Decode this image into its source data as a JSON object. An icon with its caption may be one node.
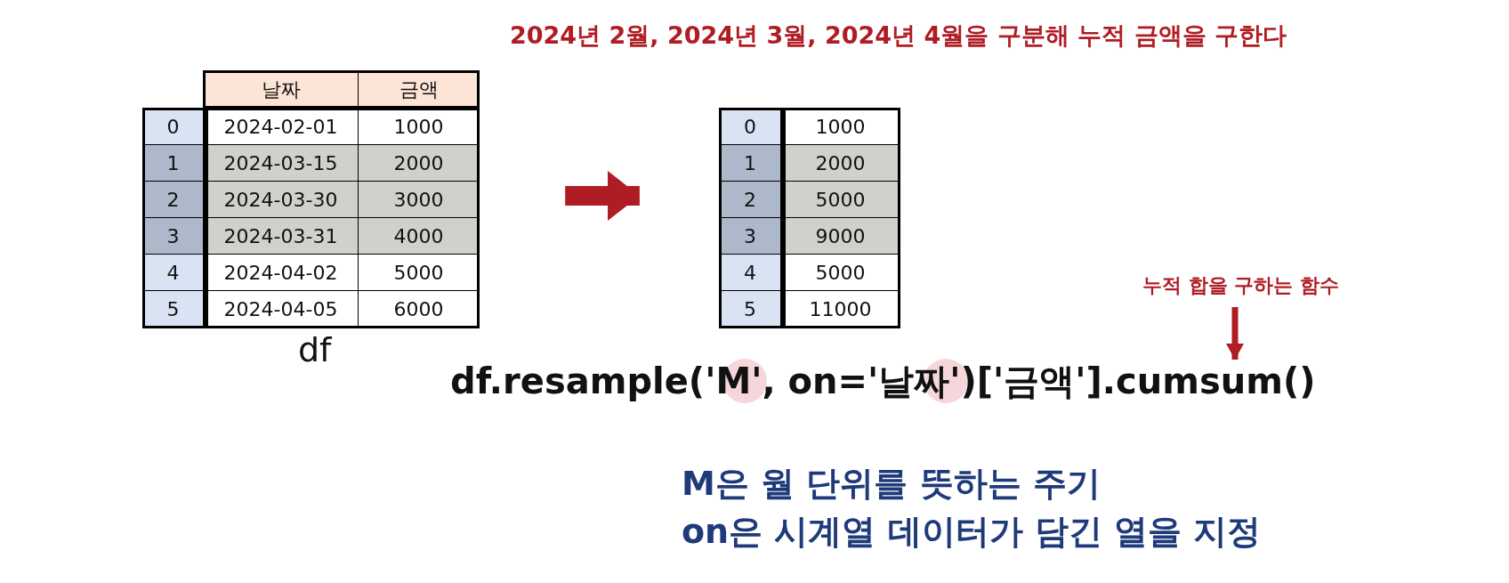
{
  "diagram": {
    "nodes": [
      {
        "text": [],
        "shape": "table",
        "beside": [
          "df"
        ]
      },
      {
        "text": [],
        "shape": "table"
      },
      {
        "text": [
          "누적 합을 구하는 함수"
        ]
      },
      {
        "text": [
          "df.resample('M', on='날짜')['금액'].cumsum()"
        ]
      }
    ],
    "edges": [
      {
        "from": 0,
        "to": 1,
        "arrow": "to",
        "style": "thick"
      },
      {
        "from": 2,
        "to": 3,
        "arrow": "to"
      }
    ],
    "labels": [
      "2024년 2월, 2024년 3월, 2024년 4월을 구분해 누적 금액을 구한다",
      "날짜",
      "금액",
      "0",
      "2024-02-01",
      "1000",
      "1",
      "2024-03-15",
      "2000",
      "2",
      "2024-03-30",
      "3000",
      "3",
      "2024-03-31",
      "4000",
      "4",
      "2024-04-02",
      "5000",
      "5",
      "2024-04-05",
      "6000",
      "0",
      "1000",
      "1",
      "2000",
      "2",
      "5000",
      "3",
      "9000",
      "4",
      "5000",
      "5",
      "11000",
      "M은 월 단위를 뜻하는 주기",
      "on은 시계열 데이터가 담긴 열을 지정"
    ]
  }
}
